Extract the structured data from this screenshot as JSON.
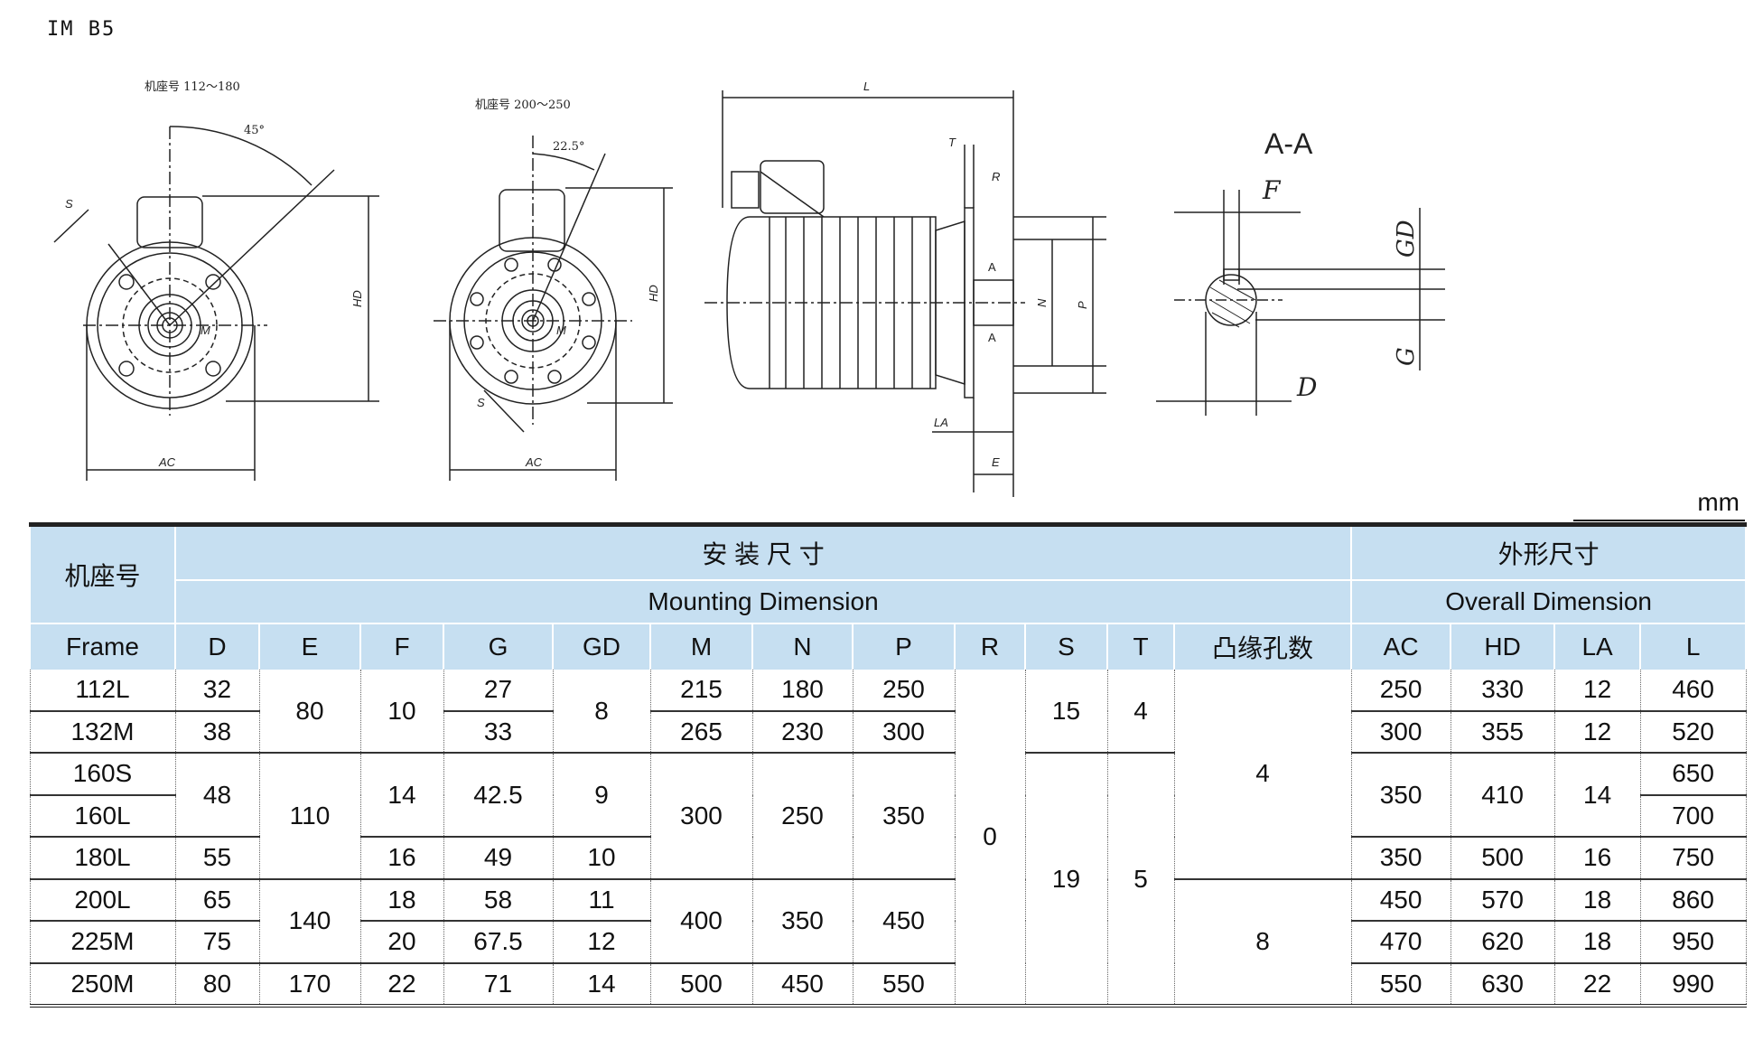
{
  "title": "IM B5",
  "drawing_labels": {
    "frame_small": "机座号 112～180",
    "frame_large": "机座号 200～250",
    "angle_small": "45°",
    "angle_large": "22.5°",
    "section": "A-A",
    "S": "S",
    "M": "M",
    "HD": "HD",
    "AC": "AC",
    "L": "L",
    "T": "T",
    "R": "R",
    "N": "N",
    "P": "P",
    "LA": "LA",
    "E": "E",
    "A": "A",
    "F": "F",
    "GD": "GD",
    "G": "G",
    "D": "D"
  },
  "unit": "mm",
  "table": {
    "frame_header": "机座号",
    "mounting_cn": "安 装 尺 寸",
    "mounting_en": "Mounting Dimension",
    "overall_cn": "外形尺寸",
    "overall_en": "Overall Dimension",
    "columns": [
      "Frame",
      "D",
      "E",
      "F",
      "G",
      "GD",
      "M",
      "N",
      "P",
      "R",
      "S",
      "T",
      "凸缘孔数",
      "AC",
      "HD",
      "LA",
      "L"
    ],
    "frames": [
      "112L",
      "132M",
      "160S",
      "160L",
      "180L",
      "200L",
      "225M",
      "250M"
    ],
    "D": [
      "32",
      "38",
      "48",
      "55",
      "65",
      "75",
      "80"
    ],
    "E": [
      "80",
      "110",
      "140",
      "170"
    ],
    "F": [
      "10",
      "14",
      "16",
      "18",
      "20",
      "22"
    ],
    "G": [
      "27",
      "33",
      "42.5",
      "49",
      "58",
      "67.5",
      "71"
    ],
    "GD": [
      "8",
      "9",
      "10",
      "11",
      "12",
      "14"
    ],
    "M": [
      "215",
      "265",
      "300",
      "400",
      "500"
    ],
    "N": [
      "180",
      "230",
      "250",
      "350",
      "450"
    ],
    "P": [
      "250",
      "300",
      "350",
      "450",
      "550"
    ],
    "R": [
      "0"
    ],
    "S": [
      "15",
      "19"
    ],
    "T": [
      "4",
      "5"
    ],
    "holes": [
      "4",
      "8"
    ],
    "AC": [
      "250",
      "300",
      "350",
      "350",
      "450",
      "470",
      "550"
    ],
    "HD": [
      "330",
      "355",
      "410",
      "500",
      "570",
      "620",
      "630"
    ],
    "LA": [
      "12",
      "12",
      "14",
      "16",
      "18",
      "18",
      "22"
    ],
    "L": [
      "460",
      "520",
      "650",
      "700",
      "750",
      "860",
      "950",
      "990"
    ]
  }
}
